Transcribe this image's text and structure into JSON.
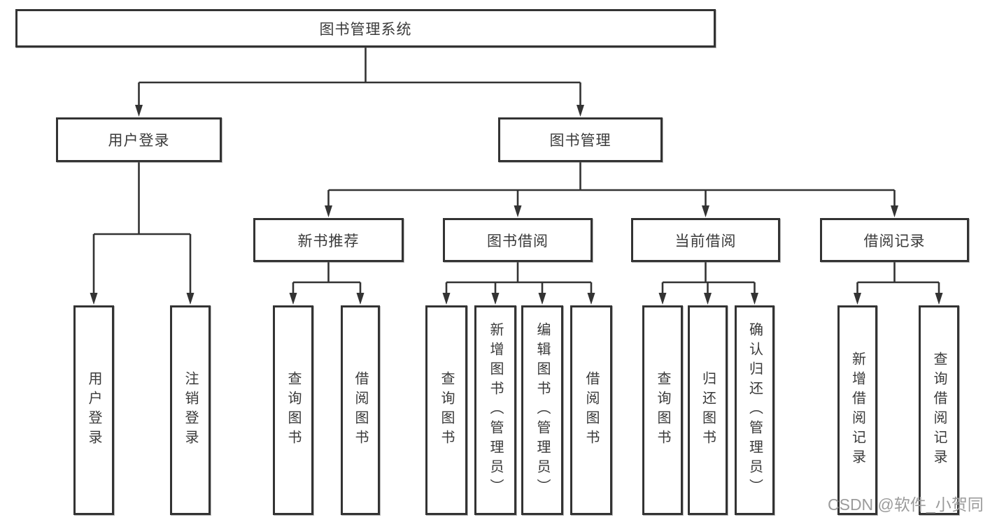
{
  "tree": {
    "root": {
      "label": "图书管理系统"
    },
    "level2": [
      {
        "label": "用户登录"
      },
      {
        "label": "图书管理"
      }
    ],
    "level3": [
      {
        "label": "新书推荐"
      },
      {
        "label": "图书借阅"
      },
      {
        "label": "当前借阅"
      },
      {
        "label": "借阅记录"
      }
    ],
    "leaves": {
      "login": [
        {
          "label": "用户登录"
        },
        {
          "label": "注销登录"
        }
      ],
      "recommend": [
        {
          "label": "查询图书"
        },
        {
          "label": "借阅图书"
        }
      ],
      "borrow": [
        {
          "label": "查询图书"
        },
        {
          "label": "新增图书（管理员）"
        },
        {
          "label": "编辑图书（管理员）"
        },
        {
          "label": "借阅图书"
        }
      ],
      "current": [
        {
          "label": "查询图书"
        },
        {
          "label": "归还图书"
        },
        {
          "label": "确认归还（管理员）"
        }
      ],
      "records": [
        {
          "label": "新增借阅记录"
        },
        {
          "label": "查询借阅记录"
        }
      ]
    }
  },
  "watermark": {
    "text": "CSDN @软件_小贺同学",
    "color": "#9b9b9b"
  },
  "colors": {
    "line": "#333333",
    "text": "#3a3a3a",
    "box_background": "#ffffff",
    "page_background": "#ffffff"
  }
}
